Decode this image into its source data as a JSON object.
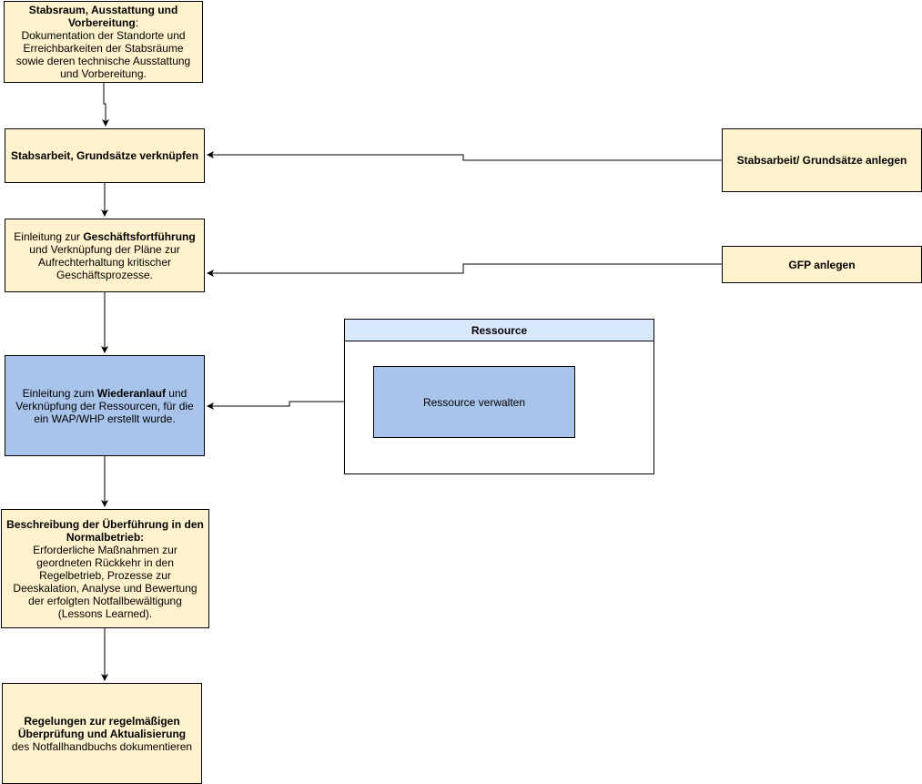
{
  "nodes": {
    "stabsraum": {
      "title": "Stabsraum, Ausstattung und Vorbereitung",
      "sep": ":",
      "text": "Dokumentation der Standorte und Erreichbarkeiten der Stabsräume sowie deren technische Ausstattung und Vorbereitung."
    },
    "stabsarbeit_verknuepfen": {
      "title": "Stabsarbeit, Grundsätze verknüpfen"
    },
    "geschaeftsfortfuehrung": {
      "pre": "Einleitung zur ",
      "bold": "Geschäftsfortführung",
      "post": " und Verknüpfung der Pläne zur Aufrechterhaltung kritischer Geschäftsprozesse."
    },
    "wiederanlauf": {
      "pre": "Einleitung zum ",
      "bold": "Wiederanlauf",
      "post": " und Verknüpfung der Ressourcen, für die ein WAP/WHP erstellt wurde."
    },
    "normalbetrieb": {
      "title": "Beschreibung der Überführung in den Normalbetrieb:",
      "text": "Erforderliche Maßnahmen zur geordneten Rückkehr in den Regelbetrieb, Prozesse zur Deeskalation, Analyse und Bewertung der erfolgten Notfallbewältigung (Lessons Learned)."
    },
    "regelungen": {
      "title": "Regelungen zur regelmäßigen Überprüfung und Aktualisierung",
      "text": "des Notfallhandbuchs dokumentieren"
    },
    "stabsarbeit_anlegen": {
      "title": "Stabsarbeit/ Grundsätze anlegen"
    },
    "gfp_anlegen": {
      "title": "GFP anlegen"
    },
    "ressource_container": {
      "title": "Ressource"
    },
    "ressource_verwalten": {
      "text": "Ressource verwalten"
    }
  },
  "colors": {
    "yellow_fill": "#fff2cc",
    "blue_fill": "#a9c4eb",
    "container_header": "#dae8fc",
    "stroke": "#000000"
  }
}
